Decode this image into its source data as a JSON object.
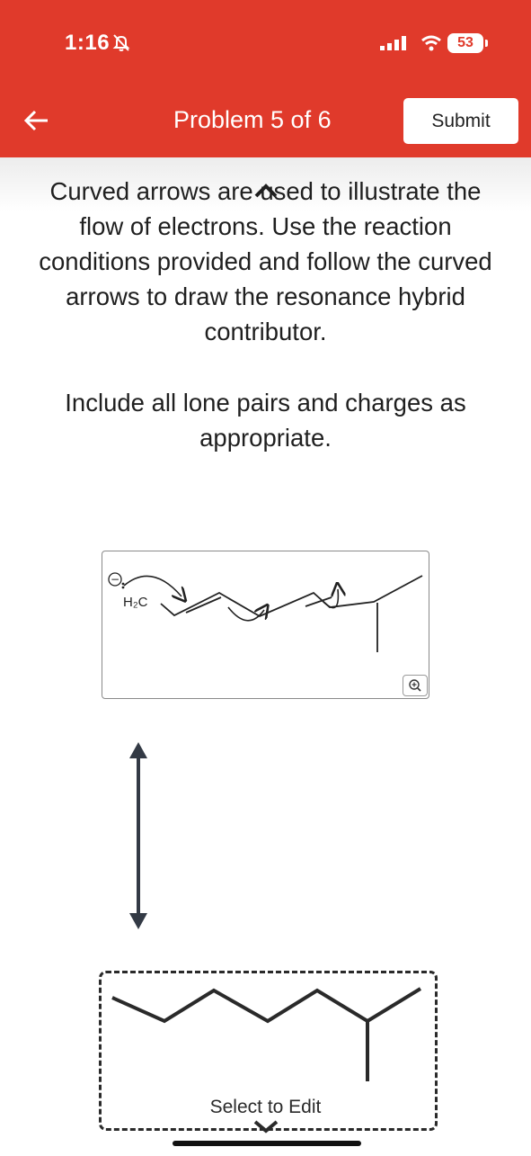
{
  "status_bar": {
    "time": "1:16",
    "battery": "53",
    "bell_icon": "bell-slash-icon",
    "signal_icon": "cellular-signal-icon",
    "wifi_icon": "wifi-icon"
  },
  "header": {
    "title": "Problem 5 of 6",
    "submit_label": "Submit",
    "back_icon": "arrow-left-icon",
    "color": "#e03a2b"
  },
  "instructions": {
    "line1": "Curved arrows are used to illustrate the flow of electrons. Use the reaction conditions provided and follow the curved arrows to draw the resonance hybrid contributor.",
    "line2": "Include all lone pairs and charges as appropriate."
  },
  "molecule": {
    "group_label": "H₂C",
    "charge": "−",
    "zoom_icon": "zoom-in-icon"
  },
  "answer": {
    "select_label": "Select to Edit",
    "chevron_icon": "chevron-down-icon"
  }
}
